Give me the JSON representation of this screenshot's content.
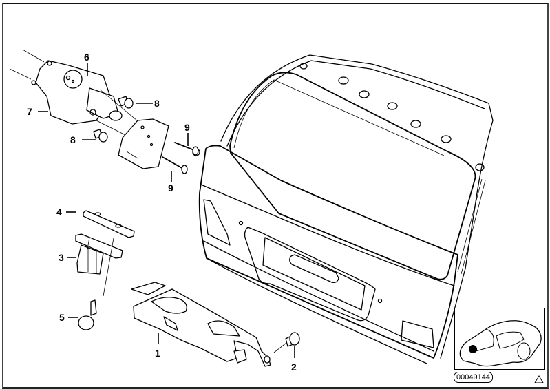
{
  "diagram": {
    "title": "Tailgate lock system exploded parts diagram",
    "diagram_id": "00049144",
    "colors": {
      "line": "#000000",
      "background": "#ffffff",
      "frame": "#333333"
    },
    "callouts": [
      {
        "number": "1",
        "part": "lock"
      },
      {
        "number": "2",
        "part": "screw"
      },
      {
        "number": "3",
        "part": "bracket"
      },
      {
        "number": "4",
        "part": "cover plate"
      },
      {
        "number": "5",
        "part": "screw"
      },
      {
        "number": "6",
        "part": "actuator motor"
      },
      {
        "number": "7",
        "part": "mounting bracket"
      },
      {
        "number": "8",
        "part": "bolt"
      },
      {
        "number": "8",
        "part": "bolt"
      },
      {
        "number": "9",
        "part": "screw"
      },
      {
        "number": "9",
        "part": "screw"
      }
    ],
    "inset": {
      "name": "vehicle location inset",
      "marker": "filled-dot"
    },
    "corner_icon": "warning-triangle-icon"
  }
}
